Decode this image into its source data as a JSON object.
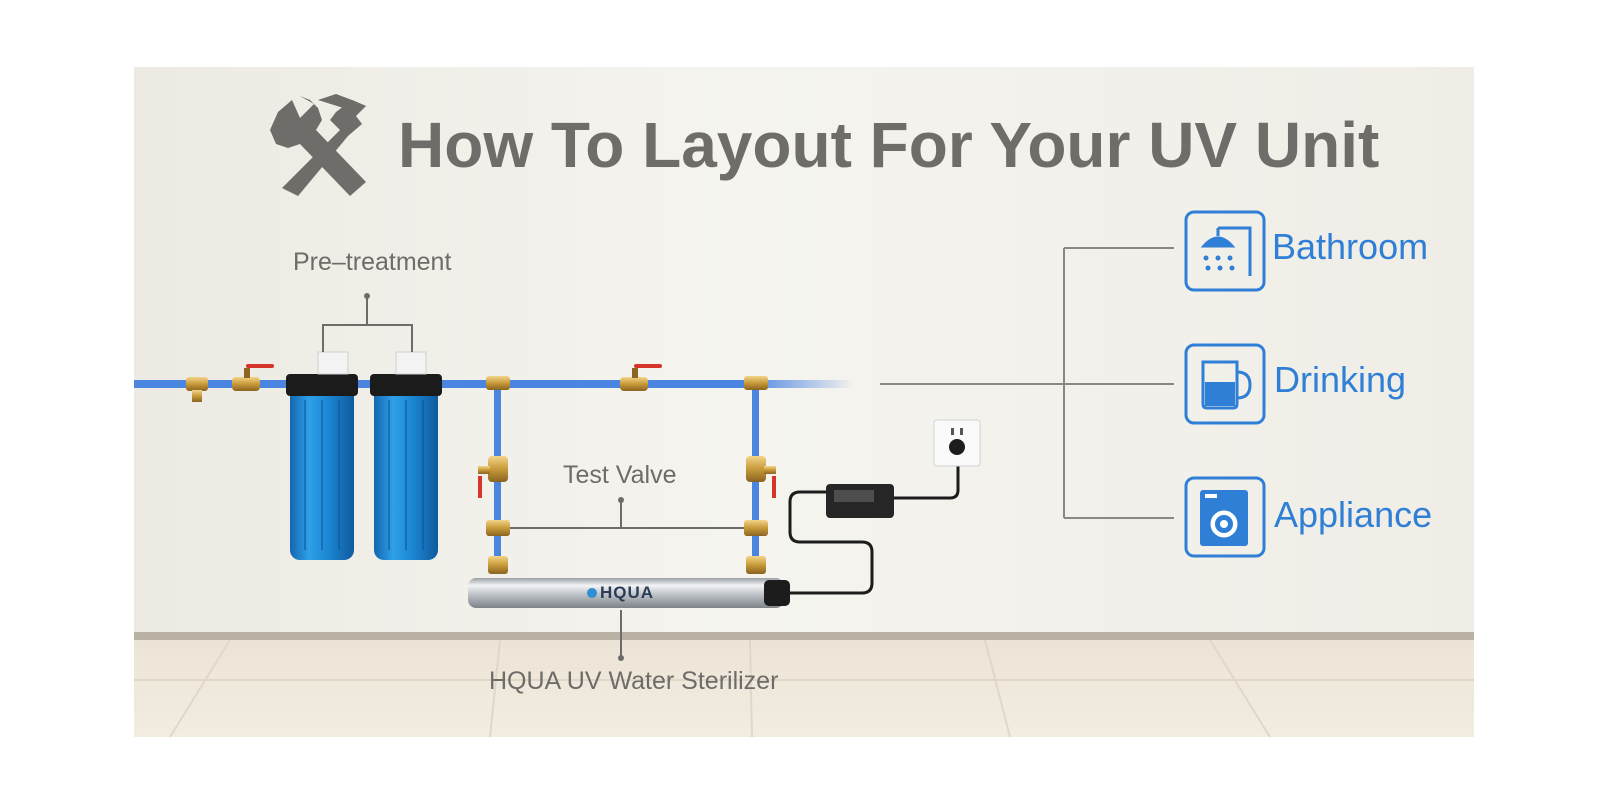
{
  "title": "How To Layout For Your UV Unit",
  "labels": {
    "pretreatment": "Pre–treatment",
    "test_valve": "Test Valve",
    "sterilizer": "HQUA UV Water Sterilizer",
    "unit_brand": "HQUA"
  },
  "outlets": [
    {
      "label": "Bathroom",
      "icon": "shower-icon"
    },
    {
      "label": "Drinking",
      "icon": "cup-icon"
    },
    {
      "label": "Appliance",
      "icon": "washing-machine-icon"
    }
  ],
  "header_icon": "tools-icon",
  "colors": {
    "accent_blue": "#2f7fd6",
    "pipe_blue": "#4a86e0",
    "filter_blue": "#1f8fd8",
    "text_gray": "#6e6c69",
    "wall": "#f1efe8",
    "floor": "#ede5d8"
  }
}
